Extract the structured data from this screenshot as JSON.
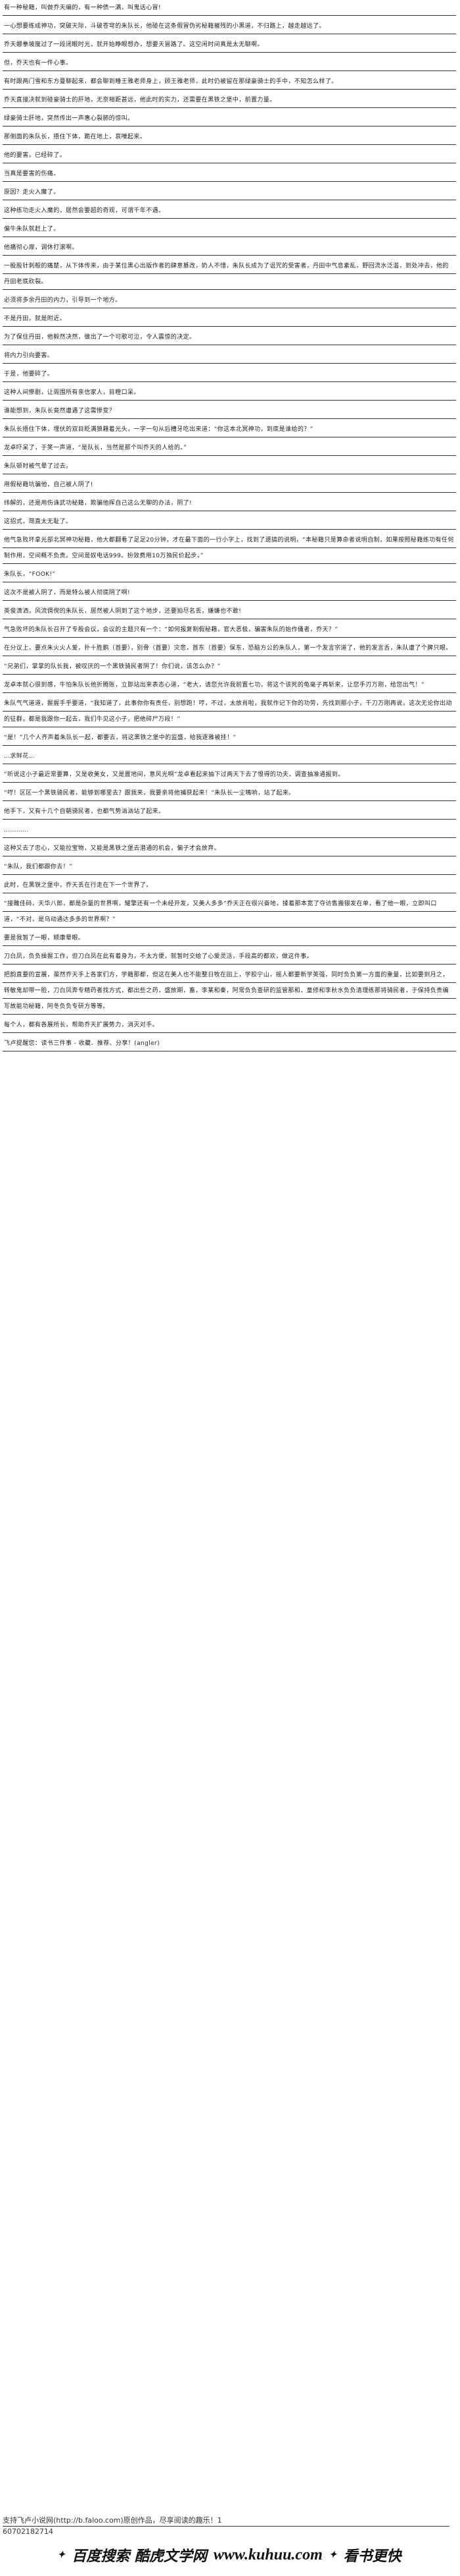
{
  "paragraphs": [
    {
      "type": "text",
      "text": "有一种秘籍，叫做乔天编的，有一种债一满，叫鬼话心冒!"
    },
    {
      "type": "text",
      "text": "一心想要练成神功，突破天际，斗破苍穹的朱队长，他碰在这条假冒伪劣秘籍摧残的小黑道，不归路上，越走越远了。"
    },
    {
      "type": "text",
      "text": "乔天娜拳坡度过了一段闭眼时光，就开始睁眼想办，想要天冒路了。这空闲时间真是太无聊啊。"
    },
    {
      "type": "text",
      "text": "但，乔天也有一件心事。"
    },
    {
      "type": "text",
      "text": "有时跟两门雪和东方曼聊起来，都会聊到睡王雅老师身上，顾王雅老师，此时仍被留在那绿豪骑士的手中，不知怎么样了。"
    },
    {
      "type": "text",
      "text": "乔天直接决就到碰豪骑士的肝地，无奈相距甚远，他此时的实力，还需要在黑铁之堡中，前置力量。"
    },
    {
      "type": "text",
      "text": "绿豪骑士肝地，突然传出一声惠心裂肺的惊叫。"
    },
    {
      "type": "text",
      "text": "那侧面的朱队长，捂住下体，跪在地上，哀嚎起来。"
    },
    {
      "type": "text",
      "text": "他的要害，已经碎了。"
    },
    {
      "type": "text",
      "text": "当真是要害的伤痛。"
    },
    {
      "type": "text",
      "text": "原因？走火入魔了。"
    },
    {
      "type": "text",
      "text": "这种练功走火入魔的，居然会要超的奇观，可谓千年不遇。"
    },
    {
      "type": "text",
      "text": "偏牛朱队就赶上了。"
    },
    {
      "type": "text",
      "text": "他痛彻心扉，调休打滚啊。"
    },
    {
      "type": "text",
      "text": "一股股针刺般的痛楚，从下体传来，由于某位黑心出版作者的肆意篡改，奶人不惜，朱队长成为了诅咒的受害者，丹田中气息紊乱，野回流水泛滥，到处冲去，他的丹田老底砍裂。"
    },
    {
      "type": "text",
      "text": "必须将多余丹田的内力，引导到一个地方。"
    },
    {
      "type": "text",
      "text": "不是丹田，就是附近。"
    },
    {
      "type": "text",
      "text": "为了保住丹田，他毅然决然，做出了一个可歌可泣，令人震惊的决定。"
    },
    {
      "type": "text",
      "text": "将内力引向要害。"
    },
    {
      "type": "text",
      "text": "于是，他要碎了。"
    },
    {
      "type": "text",
      "text": "这种人间惨剧，让周围所有亲信家人，目瞪口呆。"
    },
    {
      "type": "text",
      "text": "谁能想到，朱队长竟然遭遇了这需惨变？"
    },
    {
      "type": "text",
      "text": "朱队长捂住下体，埋伏的双目眨满狼藉着光头，一字一句从后槽牙吃出来道：“你这本北冥神功，到底是谁给的？”"
    },
    {
      "type": "text",
      "text": "龙卓吓呆了，于笑一声道，“是队长，当然是那个叫乔天的人给的。”"
    },
    {
      "type": "text",
      "text": "朱队顿时被气晕了过去。"
    },
    {
      "type": "text",
      "text": "用假秘籍坑骗他，自己被人阴了!"
    },
    {
      "type": "text",
      "text": "纬解的，还是用伤诛武功秘籍，欺骗他挥自己这么无聊的办法，阴了!"
    },
    {
      "type": "text",
      "text": "这招式，简直太无耻了。"
    },
    {
      "type": "text",
      "text": "他气急败坏拿光部北冥神功秘籍，他大都翻看了足足20分钟，才在最下面的一行小字上，找到了遗搞的说明，“本秘籍只是算命者说明自制，如果按照秘籍练功有任何制作用，空间概不负责。空间是奴电话999。扮效费用10万独民价起步。”"
    },
    {
      "type": "text",
      "text": "朱队长，“FOOK!”"
    },
    {
      "type": "text",
      "text": "这次不是被人阴了，而是特么被人彻底阴了啊!"
    },
    {
      "type": "text",
      "text": "英俊潇洒，风流倜傥的朱队长，居然被人阴到了这个地步，还要拍尽名丢，嫌嫌也不敢!"
    },
    {
      "type": "text",
      "text": "气急败坏的朱队长召开了专股会议，会议的主题只有一个：“如何报复制假秘藉，官大恶极，骗害朱队的始作俑者，乔天？”"
    },
    {
      "type": "text",
      "text": "在分议上，要点朱火火人爱，扑十胜鹅（首要），别骨（首要）灾悲，首东（首要）保东，恐脑方公的朱队人，第一个发言宗道了，他的发言舌，朱队遭了个脾只眼。"
    },
    {
      "type": "text",
      "text": "“兄弟们，掌掌的队长我，被叹厌的一个黑铁骑民者阴了！你们说，该怎么办？”"
    },
    {
      "type": "text",
      "text": "龙卓本就心很到感，牛怕朱队长他折腾账，立即站出来表态心道，“老大，请您允许我前置七功，将这个该死的龟毫子再斩来，让您手刃万刚，给您出气！”"
    },
    {
      "type": "text",
      "text": "朱队气气道道，握握手乎要道，“我知道了，此事你你有责任，别想跑！哼，不过，太放肖啦，我就作记下你的功劳，先找到那小子，千刀万刚再说，这次无论你出动的征群，都是我跟你一起去，我们牛见这小子，把他碎尸万段！”"
    },
    {
      "type": "text",
      "text": "“是！”几个人齐声着朱队长一起，都要去，将这黑铁之堡中的监盛，给我逐雅被挂！”"
    },
    {
      "type": "separator",
      "text": "…求鲜花…"
    },
    {
      "type": "text",
      "text": "“听说这小子最近常要算，又是收美女，又是置地间，意风光啊”龙卓看起来抽下过两天下去了恨得的功夫，调查抽准通报到。"
    },
    {
      "type": "text",
      "text": "“哼！区区一个黑铁骑民者，能够到哪里去？跟我来，我要亲将他捕获起来！”朱队长一尘嘴响，站了起来。"
    },
    {
      "type": "text",
      "text": "他手下，又有十几个自朝骑民者，也都气势汹汹站了起来。"
    },
    {
      "type": "separator",
      "text": "…………"
    },
    {
      "type": "text",
      "text": "这种又去了忠心，又能拉宝物，又能是黑铁之堡去潜通的机会，偏子才会放弃。"
    },
    {
      "type": "text",
      "text": "“朱队，我们都跟你去！”"
    },
    {
      "type": "text",
      "text": "此时，在黑铁之堡中，乔天丢在行走在下一个世界了。"
    },
    {
      "type": "text",
      "text": "“接雕佳码，天华八郎，都是杂量的世界啊，耀擎还有一个未经开发，又美人多多“乔天正在很兴奋地，揉着那本宽了夺访售搬银发在单，看了他一眼，立即叫口道，“不对，是乌动通达多多的世界啊？”"
    },
    {
      "type": "text",
      "text": "要是我暂了一眼，顺康晕眼。"
    },
    {
      "type": "text",
      "text": "刀白凤，负负操握工作，但刀白凤在此有着身为，不太方便，就暂时交给了心爱灵活，手段高的都欢，做这件事。"
    },
    {
      "type": "text",
      "text": "把韵直要的宣展，虽然乔天手上各家们方，学籍那都，但这在美人也不能整日牧在田上，学胶宁山，摇人都要新学英强，同时负负第一方面的重量，比如要到月之，转敏鬼却带一脸，刀白凤奔专精药者找方式，都出些之药，盛放期，畜，李某和秦，阿常负负查研的监管那和，童修和李秋水负负清理练那将骑民者，于保持负责编写故能功秘籍，阿冬负负专研方等等。"
    },
    {
      "type": "text",
      "text": "每个人，都有各展所长，帮助乔天扩展势力，消灭对手。"
    },
    {
      "type": "text",
      "text": "飞卢提醒您：读书三件事 - 收藏、推荐、分享！(angler)"
    }
  ],
  "footer": {
    "source_text": "支持飞卢小说网(http://b.faloo.com)原创作品，尽享阅读的趣乐！1",
    "number": "60702182714"
  },
  "logos": {
    "text_left": "百度搜索 酷虎文学网",
    "url": "www.kuhuu.com",
    "text_right": "看书更快"
  }
}
